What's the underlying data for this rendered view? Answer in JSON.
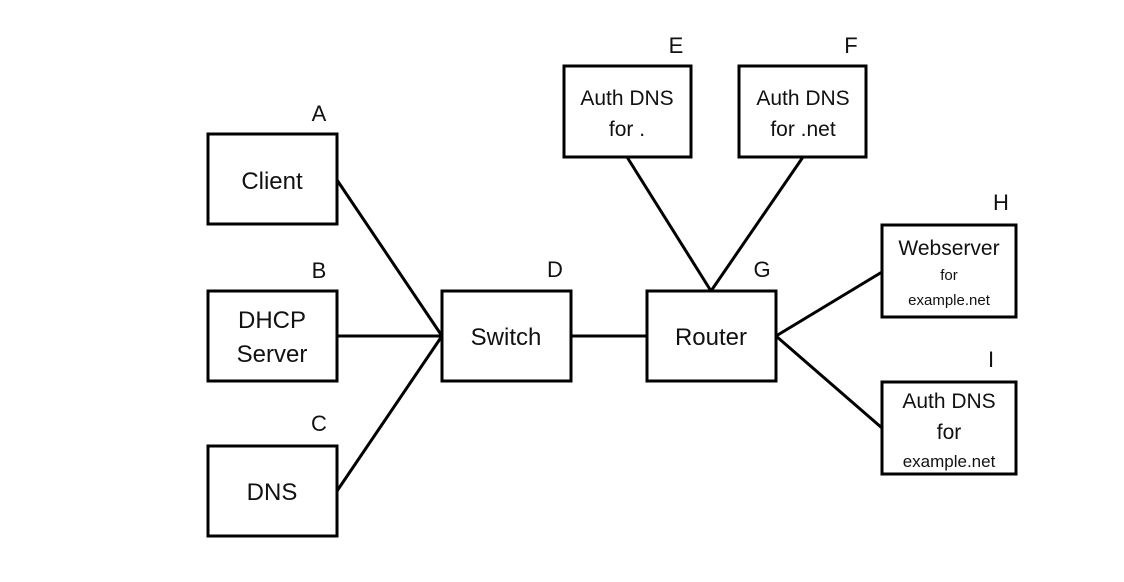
{
  "nodes": {
    "client": {
      "tag": "A",
      "lines": [
        "Client"
      ]
    },
    "dhcp": {
      "tag": "B",
      "lines": [
        "DHCP",
        "Server"
      ]
    },
    "dns": {
      "tag": "C",
      "lines": [
        "DNS"
      ]
    },
    "switch": {
      "tag": "D",
      "lines": [
        "Switch"
      ]
    },
    "authroot": {
      "tag": "E",
      "lines": [
        "Auth DNS",
        "for ."
      ]
    },
    "authnet": {
      "tag": "F",
      "lines": [
        "Auth DNS",
        "for .net"
      ]
    },
    "router": {
      "tag": "G",
      "lines": [
        "Router"
      ]
    },
    "web": {
      "tag": "H",
      "lines": [
        "Webserver",
        "for",
        "example.net"
      ]
    },
    "authex": {
      "tag": "I",
      "lines": [
        "Auth DNS",
        "for",
        "example.net"
      ]
    }
  },
  "links": [
    [
      "client",
      "switch"
    ],
    [
      "dhcp",
      "switch"
    ],
    [
      "dns",
      "switch"
    ],
    [
      "switch",
      "router"
    ],
    [
      "authroot",
      "router"
    ],
    [
      "authnet",
      "router"
    ],
    [
      "router",
      "web"
    ],
    [
      "router",
      "authex"
    ]
  ]
}
